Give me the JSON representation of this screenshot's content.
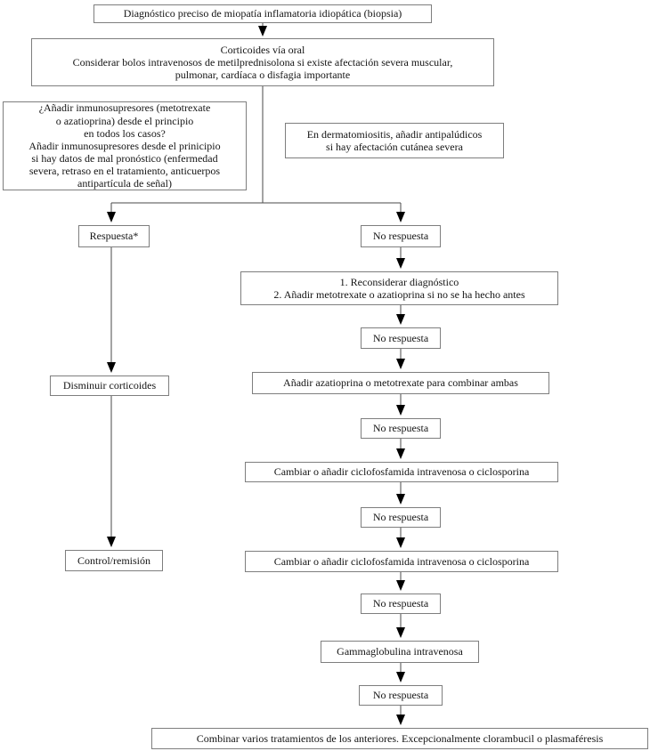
{
  "diagram": {
    "nodes": {
      "diagnosis": "Diagnóstico preciso de miopatía inflamatoria idiopática (biopsia)",
      "corticosteroids": "Corticoides vía oral\nConsiderar bolos intravenosos de metilprednisolona si existe afectación severa muscular,\npulmonar, cardíaca o disfagia importante",
      "immunosuppressants_question": "¿Añadir inmunosupresores (metotrexate\no azatioprina) desde el principio\nen todos los casos?\nAñadir inmunosupresores desde el prinicipio\nsi hay datos de mal pronóstico (enfermedad\nsevera, retraso en el tratamiento, anticuerpos\nantipartícula de señal)",
      "dermatomyositis_note": "En dermatomiositis, añadir antipalúdicos\nsi hay afectación cutánea severa",
      "response": "Respuesta*",
      "no_response_1": "No respuesta",
      "reconsider": "1. Reconsiderar diagnóstico\n2. Añadir metotrexate o azatioprina si no se ha hecho antes",
      "no_response_2": "No respuesta",
      "add_azathioprine": "Añadir azatioprina o metotrexate para combinar ambas",
      "reduce_corticosteroids": "Disminuir corticoides",
      "no_response_3": "No respuesta",
      "cyclophosphamide_1": "Cambiar o añadir ciclofosfamida intravenosa o ciclosporina",
      "no_response_4": "No respuesta",
      "control_remission": "Control/remisión",
      "cyclophosphamide_2": "Cambiar o añadir ciclofosfamida intravenosa o ciclosporina",
      "no_response_5": "No respuesta",
      "gammaglobulin": "Gammaglobulina intravenosa",
      "no_response_6": "No respuesta",
      "combine_treatments": "Combinar varios tratamientos de los anteriores. Excepcionalmente clorambucil o plasmaféresis"
    },
    "colors": {
      "box_border": "#7e7e7e",
      "box_background": "#ffffff",
      "text": "#141414",
      "connector_line": "#4a4a4a",
      "arrowhead": "#000000"
    }
  }
}
